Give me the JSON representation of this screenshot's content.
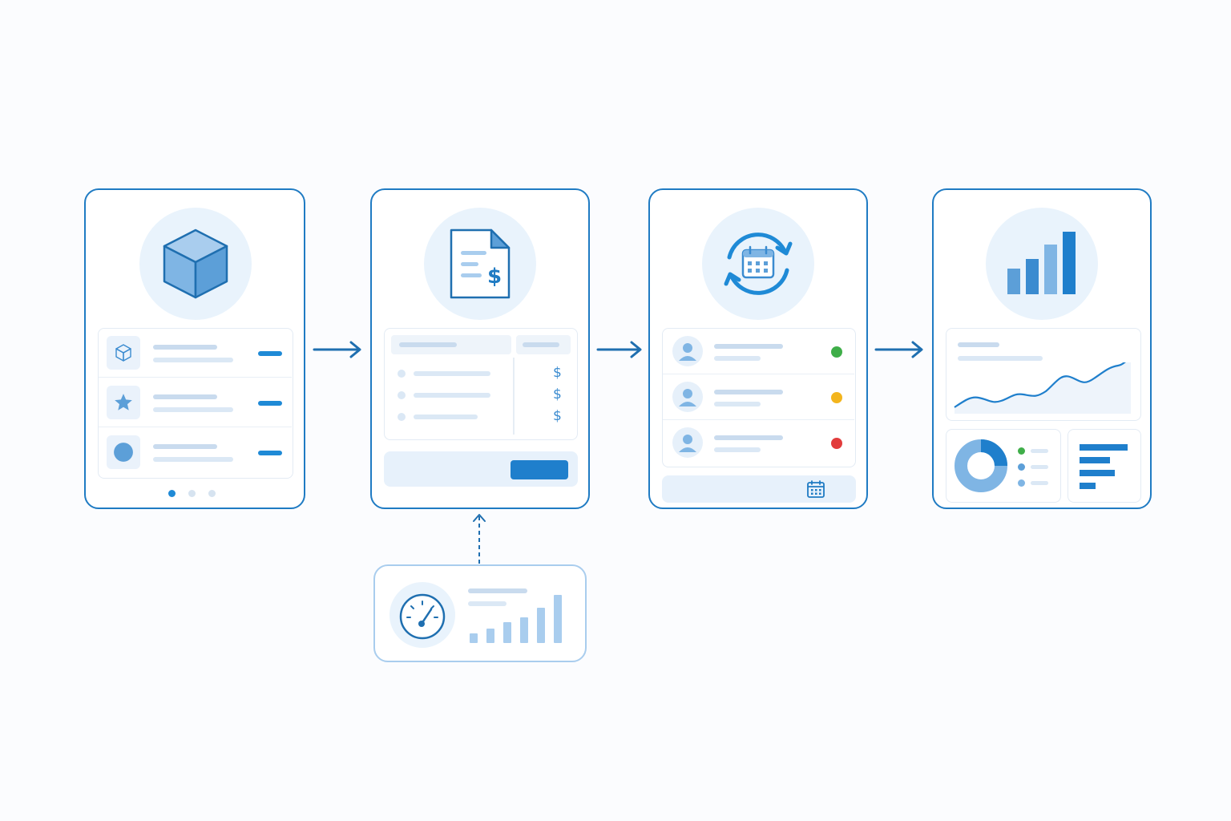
{
  "icons": {
    "stage1": "cube-icon",
    "stage2": "invoice-dollar-icon",
    "stage3": "calendar-sync-icon",
    "stage4": "bar-chart-icon",
    "sub": "speedometer-icon"
  },
  "invoice": {
    "currency_symbol": "$"
  },
  "colors": {
    "accent": "#1f7bc3",
    "bright": "#1f8ad6",
    "soft": "#e9f3fc",
    "status_ok": "#3fae49",
    "status_warn": "#f3b51d",
    "status_error": "#e23c3c"
  },
  "carousel": {
    "pages": 3,
    "active_page": 1
  },
  "schedule": {
    "statuses": [
      "ok",
      "warn",
      "error"
    ]
  }
}
